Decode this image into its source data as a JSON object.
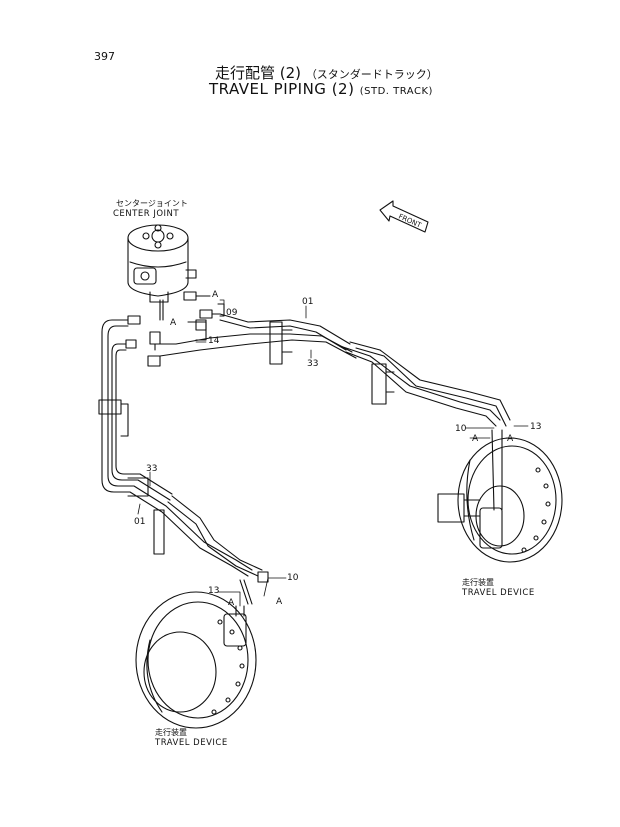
{
  "page": {
    "number": "397"
  },
  "title": {
    "jp_main": "走行配管 (2)",
    "jp_sub": "（スタンダードトラック）",
    "en_main": "TRAVEL  PIPING (2)",
    "en_sub": "(STD. TRACK)"
  },
  "labels": {
    "center_joint_jp": "センタージョイント",
    "center_joint_en": "CENTER JOINT",
    "front": "FRONT",
    "travel_device_jp": "走行装置",
    "travel_device_en": "TRAVEL DEVICE"
  },
  "callouts": {
    "p01": "01",
    "p09": "09",
    "p10": "10",
    "p13": "13",
    "p14": "14",
    "p33": "33",
    "a": "A"
  }
}
